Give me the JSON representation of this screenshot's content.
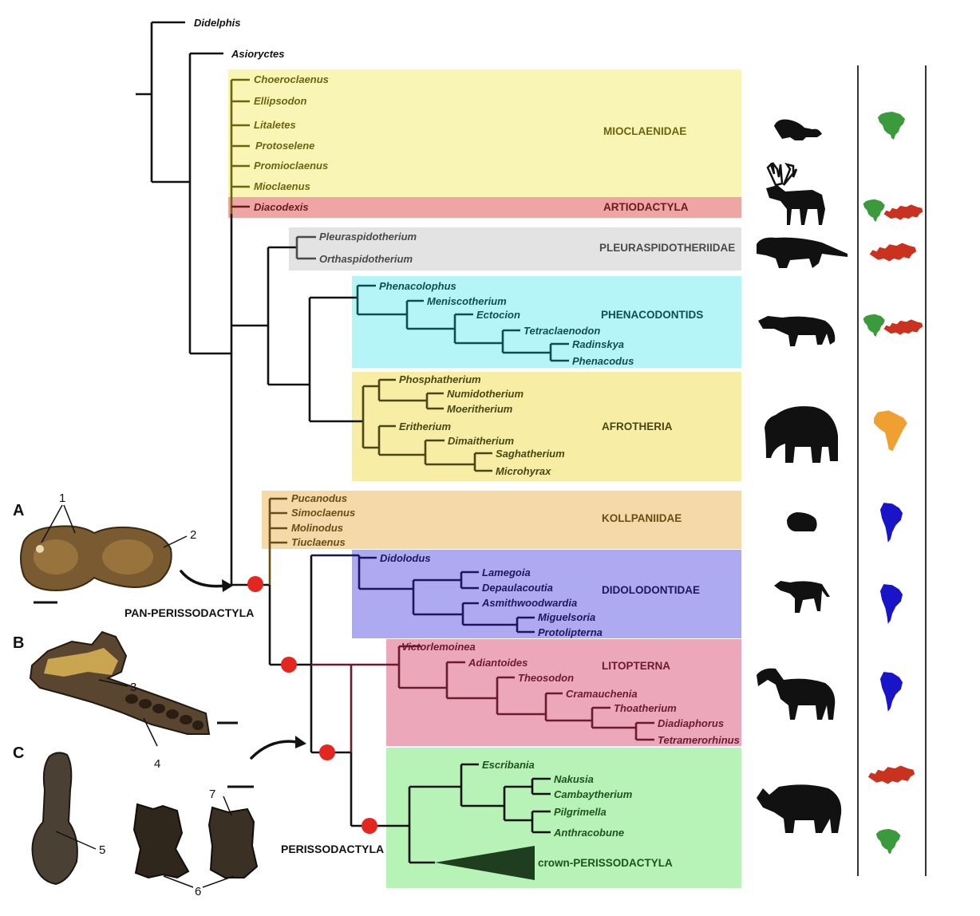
{
  "outgroups": [
    "Didelphis",
    "Asioryctes"
  ],
  "groups": {
    "mioclaenidae": {
      "label": "MIOCLAENIDAE",
      "color": "#f9f6b5",
      "taxa": [
        "Choeroclaenus",
        "Ellipsodon",
        "Litaletes",
        "Protoselene",
        "Promioclaenus",
        "Mioclaenus"
      ]
    },
    "artiodactyla": {
      "label": "ARTIODACTYLA",
      "color": "#f0a5a5",
      "taxa": [
        "Diacodexis"
      ]
    },
    "pleuraspidotheriidae": {
      "label": "PLEURASPIDOTHERIIDAE",
      "color": "#e3e3e3",
      "taxa": [
        "Pleuraspidotherium",
        "Orthaspidotherium"
      ]
    },
    "phenacodontids": {
      "label": "PHENACODONTIDS",
      "color": "#b6f5f7",
      "taxa": [
        "Phenacolophus",
        "Meniscotherium",
        "Ectocion",
        "Tetraclaenodon",
        "Radinskya",
        "Phenacodus"
      ]
    },
    "afrotheria": {
      "label": "AFROTHERIA",
      "color": "#f8eda4",
      "taxa": [
        "Phosphatherium",
        "Numidotherium",
        "Moeritherium",
        "Eritherium",
        "Dimaitherium",
        "Saghatherium",
        "Microhyrax"
      ]
    },
    "kollpaniidae": {
      "label": "KOLLPANIIDAE",
      "color": "#f5d9a8",
      "taxa": [
        "Pucanodus",
        "Simoclaenus",
        "Molinodus",
        "Tiuclaenus"
      ]
    },
    "didolodontidae": {
      "label": "DIDOLODONTIDAE",
      "color": "#aeaaf2",
      "taxa": [
        "Didolodus",
        "Lamegoia",
        "Depaulacoutia",
        "Asmithwoodwardia",
        "Miguelsoria",
        "Protolipterna"
      ]
    },
    "litopterna": {
      "label": "LITOPTERNA",
      "color": "#eca7bb",
      "taxa": [
        "Victorlemoinea",
        "Adiantoides",
        "Theosodon",
        "Cramauchenia",
        "Thoatherium",
        "Diadiaphorus",
        "Tetramerorhinus"
      ]
    },
    "perissodactyla": {
      "label": "crown-PERISSODACTYLA",
      "color": "#b7f2b6",
      "taxa": [
        "Escribania",
        "Nakusia",
        "Cambaytherium",
        "Pilgrimella",
        "Anthracobune"
      ]
    }
  },
  "node_labels": {
    "pan": "PAN-PERISSODACTYLA",
    "peri": "PERISSODACTYLA"
  },
  "panels": [
    "A",
    "B",
    "C"
  ],
  "specimen_numbers": [
    "1",
    "2",
    "3",
    "4",
    "5",
    "6",
    "7"
  ],
  "colors": {
    "node": "#e3261f",
    "north_america": "#3a9a3c",
    "eurasia": "#c8321e",
    "africa": "#f0a030",
    "south_america": "#1a14c8"
  },
  "icons": [
    "mouse-silhouette-icon",
    "reindeer-silhouette-icon",
    "long-tailed-mammal-silhouette-icon",
    "tapir-like-silhouette-icon",
    "elephant-silhouette-icon",
    "small-rodent-silhouette-icon",
    "hyena-like-silhouette-icon",
    "macrauchenia-silhouette-icon",
    "rhino-silhouette-icon",
    "north-america-map-icon",
    "eurasia-map-icon",
    "africa-map-icon",
    "south-america-map-icon"
  ]
}
